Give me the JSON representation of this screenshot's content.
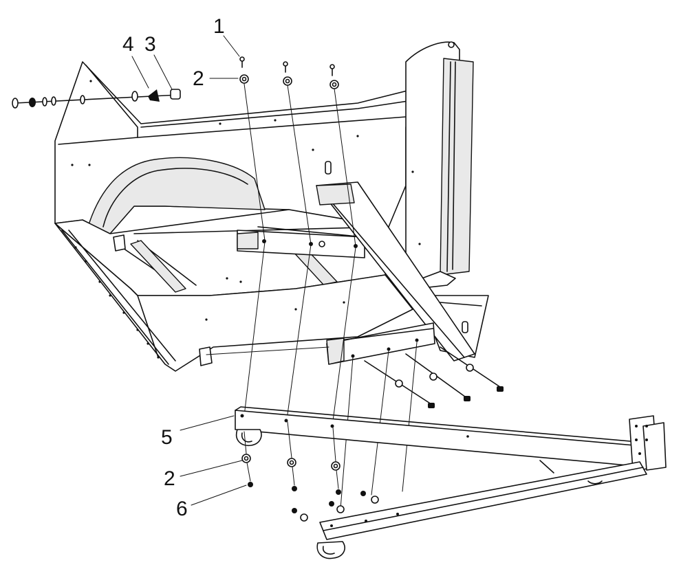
{
  "callouts": [
    {
      "id": "c1",
      "text": "1"
    },
    {
      "id": "c2a",
      "text": "2"
    },
    {
      "id": "c3",
      "text": "3"
    },
    {
      "id": "c4",
      "text": "4"
    },
    {
      "id": "c5",
      "text": "5"
    },
    {
      "id": "c2b",
      "text": "2"
    },
    {
      "id": "c6",
      "text": "6"
    }
  ]
}
